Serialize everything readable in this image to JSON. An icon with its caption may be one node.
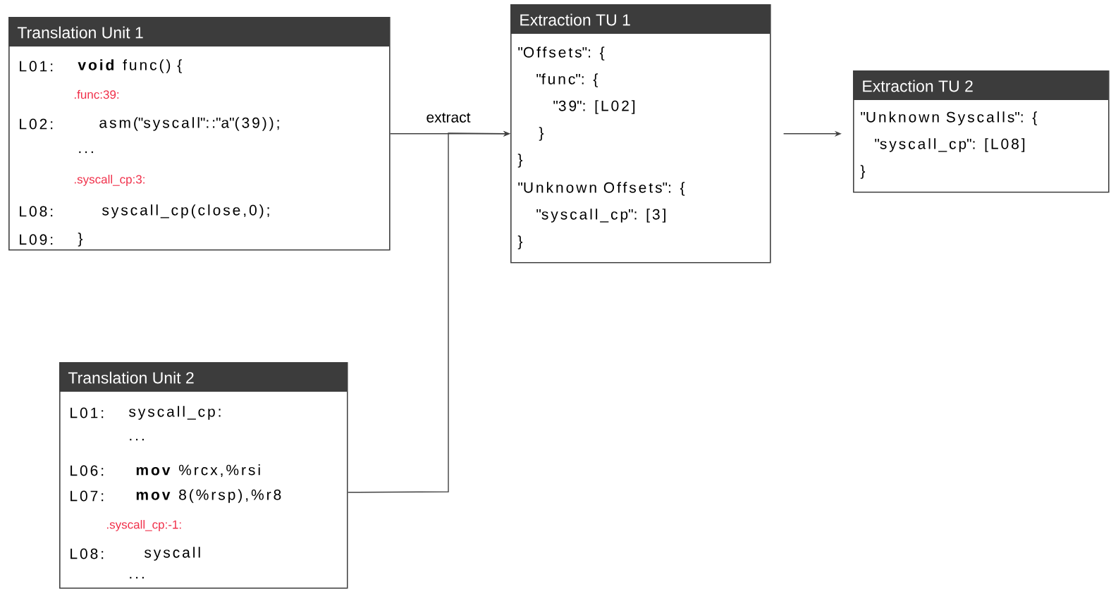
{
  "diagram": {
    "nodes": [
      {
        "text": [
          "Translation Unit 1",
          "L01:",
          "**void** func() {",
          ".func:39:",
          "L02:",
          "asm(\"syscall\"::\"a\"(39));",
          "...",
          ".syscall_cp:3:",
          "L08:",
          "syscall_cp(close,0);",
          "L09:",
          "}"
        ]
      },
      {
        "text": [
          "Extraction TU 1",
          "\"Offsets\": {",
          "\"func\": {",
          "\"39\": [L02]",
          "}",
          "}",
          "\"Unknown Offsets\": {",
          "\"syscall_cp\": [3]",
          "}"
        ]
      },
      {
        "text": [
          "Extraction TU 2",
          "\"Unknown Syscalls\": {",
          "\"syscall_cp\": [L08]",
          "}"
        ]
      },
      {
        "text": [
          "Translation Unit 2",
          "L01:",
          "syscall_cp:",
          "...",
          "L06:",
          "**mov** %rcx,%rsi",
          "L07:",
          "**mov** 8(%rsp),%r8",
          ".syscall_cp:-1:",
          "L08:",
          "syscall",
          "..."
        ]
      }
    ],
    "edges": [
      {
        "from": 0,
        "to": 1,
        "arrow": "to",
        "label": "extract"
      },
      {
        "from": 3,
        "to": 1,
        "arrow": "to"
      },
      {
        "from": 1,
        "to": 2,
        "arrow": "to"
      }
    ]
  }
}
